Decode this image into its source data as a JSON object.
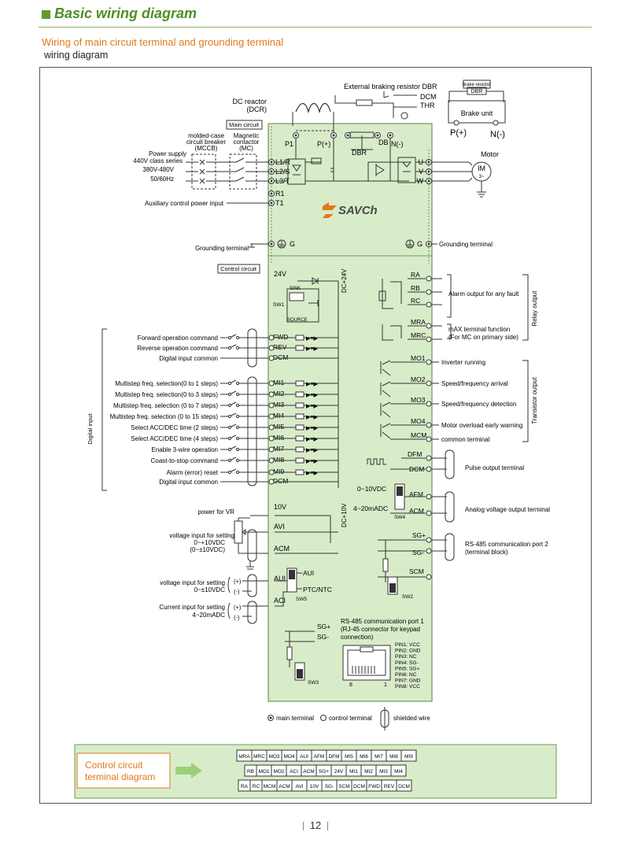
{
  "header": {
    "title": "Basic wiring diagram",
    "accent": "#4f8f25"
  },
  "section": {
    "subtitle": "Wiring of main circuit terminal and grounding terminal",
    "subtitle_cont": "wiring diagram"
  },
  "page": {
    "number": "12"
  },
  "colors": {
    "board": "#d9ecc9",
    "board_border": "#6f9a55",
    "orange": "#e07a1c"
  },
  "brand": "SAVCh",
  "top": {
    "ext_dbr": "External braking resistor DBR",
    "dcm": "DCM",
    "thr": "THR",
    "dc_reactor": "DC reactor",
    "dcr": "(DCR)",
    "brake_resistor": "brake resistor",
    "dbr_box": "DBR",
    "brake_unit": "Brake unit",
    "p": "P(+)",
    "n": "N(-)"
  },
  "main": {
    "main_circuit": "Main circuit",
    "mccb": [
      "molded-case",
      "circuit breaker",
      "(MCCB)"
    ],
    "mc": [
      "Magnetic",
      "contactor",
      "(MC)"
    ],
    "power": [
      "Power supply",
      "440V class series",
      "380V-480V",
      "50/60Hz"
    ],
    "aux": "Auxiliary control power input",
    "left_terms": [
      "L1/R",
      "L2/S",
      "L3/T",
      "R1",
      "T1"
    ],
    "p1": "P1",
    "p_plus": "P(+)",
    "db": "DB",
    "n_minus": "N(-)",
    "dbr": "DBR",
    "out_terms": [
      "U",
      "V",
      "W"
    ],
    "motor": "Motor",
    "im": "IM",
    "im_sub": "3~",
    "g": "G",
    "grounding": "Grounding terminal"
  },
  "control": {
    "label": "Control circuit",
    "v24": "24V",
    "dc24": "DC+24V",
    "sink": "SINK",
    "source": "SOURCE",
    "sw1": "SW1",
    "digital_input": "Digital input",
    "inputs": [
      {
        "desc": "Forward operation command",
        "term": "FWD"
      },
      {
        "desc": "Reverse operation command",
        "term": "REV"
      },
      {
        "desc": "Digital input common",
        "term": "DCM"
      },
      {
        "desc": "Multistep freq. selection(0 to 1 steps)",
        "term": "MI1"
      },
      {
        "desc": "Multistep freq. selection(0 to 3 steps)",
        "term": "MI2"
      },
      {
        "desc": "Multistep freq. selection (0 to 7 steps)",
        "term": "MI3"
      },
      {
        "desc": "Multistep freq. selection (0 to 15 steps)",
        "term": "MI4"
      },
      {
        "desc": "Select ACC/DEC time (2 steps)",
        "term": "MI5"
      },
      {
        "desc": "Select ACC/DEC time (4 steps)",
        "term": "MI6"
      },
      {
        "desc": "Enable 3-wire operation",
        "term": "MI7"
      },
      {
        "desc": "Coast-to-stop command",
        "term": "MI8"
      },
      {
        "desc": "Alarm (error) reset",
        "term": "MI9"
      },
      {
        "desc": "Digital input common",
        "term": "DCM"
      }
    ],
    "relay_terms": [
      "RA",
      "RB",
      "RC",
      "MRA",
      "MRC"
    ],
    "relay_alarm": "Alarm output for any fault",
    "relay_mrc": [
      "mAX terminal function",
      "(For MC on primary side)"
    ],
    "relay_output": "Relay output",
    "transistor_terms": [
      "MO1",
      "MO2",
      "MO3",
      "MO4",
      "MCM"
    ],
    "transistor_descs": [
      "Inverter running",
      "Speed/frequency arrival",
      "Speed/frequency detection",
      "Motor overload early warning",
      "common terminal"
    ],
    "transistor_output": "Transistor output",
    "dfm": "DFM",
    "dcm": "DCM",
    "pulse": "Pulse output terminal",
    "v0_10": "0~10VDC",
    "ma4_20": "4~20mADC",
    "afm": "AFM",
    "acm": "ACM",
    "sw4": "SW4",
    "analog_out": "Analog voltage output terminal",
    "sgp": "SG+",
    "sgm": "SG-",
    "scm": "SCM",
    "sw2": "SW2",
    "rs485_2": [
      "RS-485 communication port 2",
      "(terminal block)"
    ],
    "v10": "10V",
    "dc10": "DC+10V",
    "power_vr": "power for VR",
    "avi": "AVI",
    "avi_desc": [
      "voltage input for setting",
      "0~+10VDC",
      "(0~±10VDC)"
    ],
    "acm_l": "ACM",
    "aui": "AUI",
    "aui_desc": [
      "voltage input for setting",
      "0~±10VDC"
    ],
    "aci": "ACI",
    "aci_desc": [
      "Current input for setting",
      "4~20mADC"
    ],
    "plus": "(+)",
    "minus": "(-)",
    "aui_sw": "AUI",
    "ptc": "PTC/NTC",
    "sw5": "SW5",
    "rs485_1": [
      "RS-485 communication port 1",
      "(RJ-45 connector for keypad",
      "connection)"
    ],
    "sw3": "SW3",
    "pins": [
      "PIN1: VCC",
      "PIN2: GND",
      "PIN3: NC",
      "PIN4: SG-",
      "PIN5: SG+",
      "PIN6: NC",
      "PIN7: GND",
      "PIN8: VCC"
    ],
    "pin8": "8",
    "pin1": "1"
  },
  "legend": {
    "main": "main terminal",
    "control": "control terminal",
    "shielded": "shielded wire"
  },
  "terminal_diagram": {
    "label": [
      "Control circuit",
      "terminal diagram"
    ],
    "row1": [
      "MRA",
      "MRC",
      "MO3",
      "MO4",
      "AUI",
      "AFM",
      "DFM",
      "MI5",
      "MI6",
      "MI7",
      "MI8",
      "MI9"
    ],
    "row2": [
      "RB",
      "MO1",
      "MO2",
      "ACI",
      "ACM",
      "SG+",
      "24V",
      "MI1",
      "MI2",
      "MI3",
      "MI4"
    ],
    "row3": [
      "RA",
      "RC",
      "MCM",
      "ACM",
      "AVI",
      "10V",
      "SG-",
      "SCM",
      "DCM",
      "FWD",
      "REV",
      "DCM"
    ]
  }
}
